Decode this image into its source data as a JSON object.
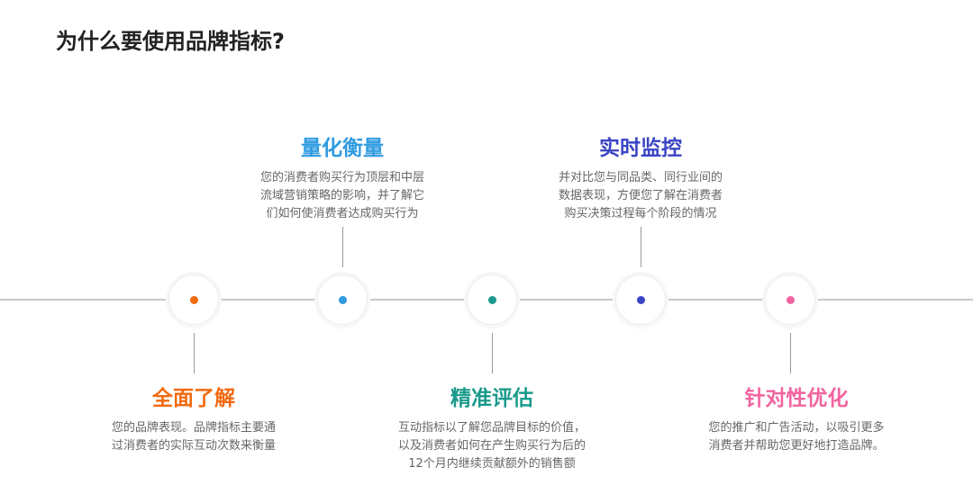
{
  "page": {
    "title": "为什么要使用品牌指标?"
  },
  "steps": [
    {
      "title": "全面了解",
      "color": "#f26a0f",
      "position": "below",
      "lines": [
        "您的品牌表现。品牌指标主要通",
        "过消费者的实际互动次数来衡量"
      ]
    },
    {
      "title": "量化衡量",
      "color": "#2f9be0",
      "position": "above",
      "lines": [
        "您的消费者购买行为顶层和中层",
        "流域营销策略的影响，并了解它",
        "们如何使消费者达成购买行为"
      ]
    },
    {
      "title": "精准评估",
      "color": "#1a9a8c",
      "position": "below",
      "lines": [
        "互动指标以了解您品牌目标的价值，",
        "以及消费者如何在产生购买行为后的",
        "12个月内继续贡献额外的销售额"
      ]
    },
    {
      "title": "实时监控",
      "color": "#3a44c4",
      "position": "above",
      "lines": [
        "并对比您与同品类、同行业间的",
        "数据表现，方便您了解在消费者",
        "购买决策过程每个阶段的情况"
      ]
    },
    {
      "title": "针对性优化",
      "color": "#f2649f",
      "position": "below",
      "lines": [
        "您的推广和广告活动，以吸引更多",
        "消费者并帮助您更好地打造品牌。"
      ]
    }
  ]
}
